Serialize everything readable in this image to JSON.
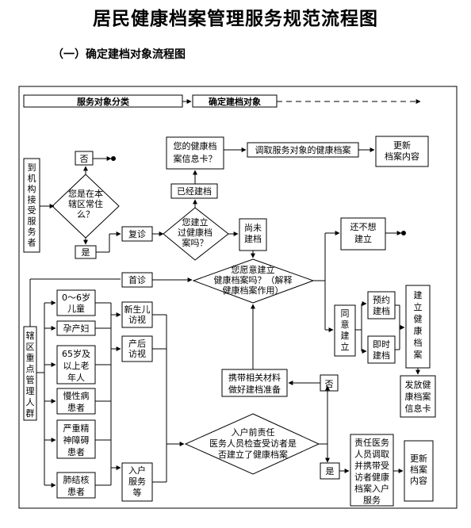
{
  "title": "居民健康档案管理服务规范流程图",
  "subtitle": "（一）确定建档对象流程图",
  "diagram": {
    "header": {
      "classify": "服务对象分类",
      "determine": "确定建档对象"
    },
    "visit_org": "到机构接受服务者",
    "no_top": "否",
    "q_resident": [
      "您是在本",
      "辖区常住",
      "么？"
    ],
    "yes_left": "是",
    "revisit": "复诊",
    "first_visit": "首诊",
    "q_built": [
      "您建立",
      "过健康档",
      "案吗？"
    ],
    "already_built": "已经建档",
    "q_card": [
      "您的健康档",
      "案信息卡？"
    ],
    "retrieve": "调取服务对象的健康档案",
    "update_top": [
      "更新",
      "档案内容"
    ],
    "not_built": [
      "尚未",
      "建档"
    ],
    "q_willing": [
      "您愿意建立",
      "健康档案吗？（解释",
      "健康档案作用）"
    ],
    "still_no": [
      "还不想",
      "建立"
    ],
    "agree": [
      "同",
      "意",
      "建",
      "立"
    ],
    "appoint": [
      "预约",
      "建档"
    ],
    "immediate": [
      "即时",
      "建档"
    ],
    "establish": [
      "建",
      "立",
      "健",
      "康",
      "档",
      "案"
    ],
    "issue_card": [
      "发放健",
      "康档案",
      "信息卡"
    ],
    "key_group": [
      "辖",
      "区",
      "重",
      "点",
      "管",
      "理",
      "人",
      "群"
    ],
    "groups": {
      "child": [
        "0～6岁",
        "儿童"
      ],
      "pregnant": [
        "孕产妇"
      ],
      "elderly": [
        "65岁及",
        "以上老",
        "年人"
      ],
      "chronic": [
        "慢性病",
        "患者"
      ],
      "mental": [
        "严重精",
        "神障碍",
        "患者"
      ],
      "tb": [
        "肺结核",
        "患者"
      ]
    },
    "newborn_visit": [
      "新生儿",
      "访视"
    ],
    "postpartum_visit": [
      "产后",
      "访视"
    ],
    "home_service": [
      "入户",
      "服务",
      "等"
    ],
    "prepare": [
      "携带相关材料",
      "做好建档准备"
    ],
    "no_mid": "否",
    "q_home": [
      "入户前责任",
      "医务人员检查受访者是",
      "否建立了健康档案"
    ],
    "yes_bottom": "是",
    "retrieve_home": [
      "责任医务",
      "人员调取",
      "并携带受",
      "访者健康",
      "档案入户",
      "服务"
    ],
    "update_bottom": [
      "更新",
      "档案",
      "内容"
    ]
  }
}
